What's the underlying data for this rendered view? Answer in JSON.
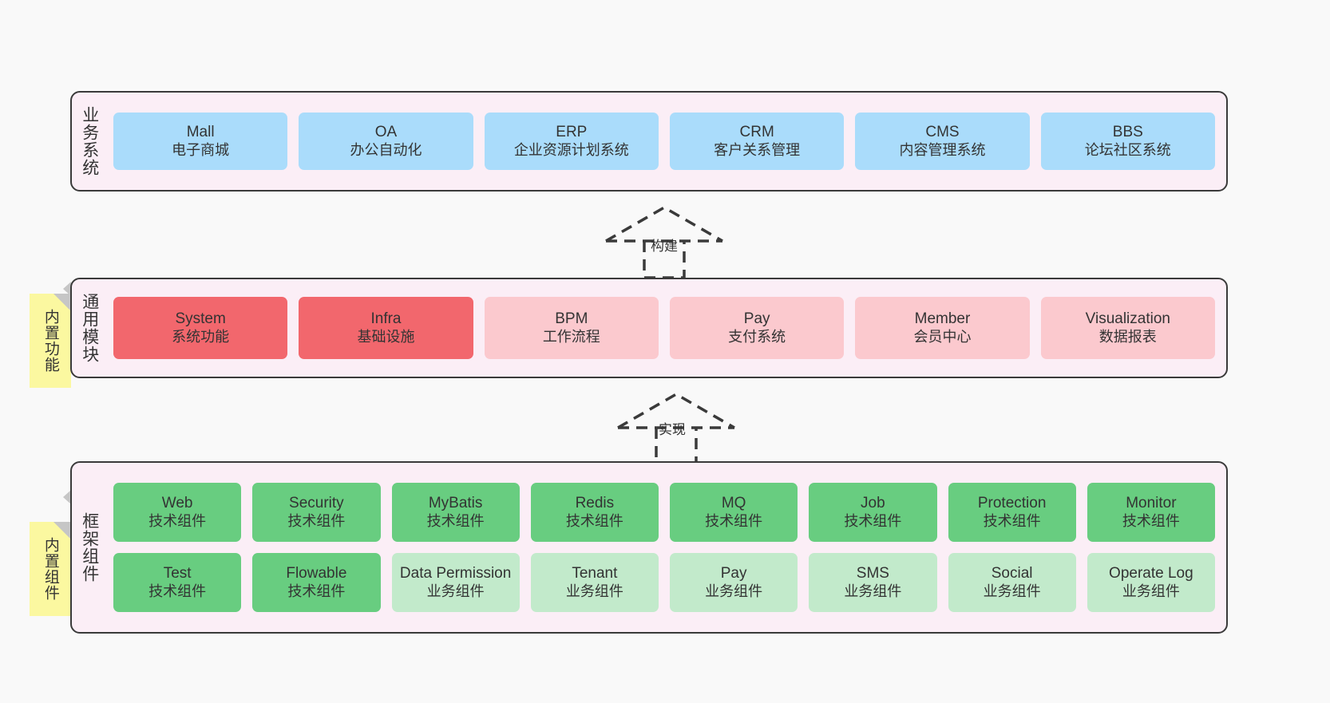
{
  "diagram": {
    "background": "#f9f9f9",
    "panel_fill": "#fbeef6",
    "panel_border": "#3a3a3a"
  },
  "layers": [
    {
      "id": "business",
      "caption": "业务系统",
      "cards": [
        {
          "en": "Mall",
          "cn": "电子商城",
          "color": "#aadcfb"
        },
        {
          "en": "OA",
          "cn": "办公自动化",
          "color": "#aadcfb"
        },
        {
          "en": "ERP",
          "cn": "企业资源计划系统",
          "color": "#aadcfb"
        },
        {
          "en": "CRM",
          "cn": "客户关系管理",
          "color": "#aadcfb"
        },
        {
          "en": "CMS",
          "cn": "内容管理系统",
          "color": "#aadcfb"
        },
        {
          "en": "BBS",
          "cn": "论坛社区系统",
          "color": "#aadcfb"
        }
      ]
    },
    {
      "id": "common",
      "caption": "通用模块",
      "cards": [
        {
          "en": "System",
          "cn": "系统功能",
          "color": "#f2676d"
        },
        {
          "en": "Infra",
          "cn": "基础设施",
          "color": "#f2676d"
        },
        {
          "en": "BPM",
          "cn": "工作流程",
          "color": "#fbc9ce"
        },
        {
          "en": "Pay",
          "cn": "支付系统",
          "color": "#fbc9ce"
        },
        {
          "en": "Member",
          "cn": "会员中心",
          "color": "#fbc9ce"
        },
        {
          "en": "Visualization",
          "cn": "数据报表",
          "color": "#fbc9ce"
        }
      ]
    },
    {
      "id": "framework",
      "caption": "框架组件",
      "rows": [
        [
          {
            "en": "Web",
            "cn": "技术组件",
            "color": "#68cd80"
          },
          {
            "en": "Security",
            "cn": "技术组件",
            "color": "#68cd80"
          },
          {
            "en": "MyBatis",
            "cn": "技术组件",
            "color": "#68cd80"
          },
          {
            "en": "Redis",
            "cn": "技术组件",
            "color": "#68cd80"
          },
          {
            "en": "MQ",
            "cn": "技术组件",
            "color": "#68cd80"
          },
          {
            "en": "Job",
            "cn": "技术组件",
            "color": "#68cd80"
          },
          {
            "en": "Protection",
            "cn": "技术组件",
            "color": "#68cd80"
          },
          {
            "en": "Monitor",
            "cn": "技术组件",
            "color": "#68cd80"
          }
        ],
        [
          {
            "en": "Test",
            "cn": "技术组件",
            "color": "#68cd80"
          },
          {
            "en": "Flowable",
            "cn": "技术组件",
            "color": "#68cd80"
          },
          {
            "en": "Data Permission",
            "cn": "业务组件",
            "color": "#c2eacb"
          },
          {
            "en": "Tenant",
            "cn": "业务组件",
            "color": "#c2eacb"
          },
          {
            "en": "Pay",
            "cn": "业务组件",
            "color": "#c2eacb"
          },
          {
            "en": "SMS",
            "cn": "业务组件",
            "color": "#c2eacb"
          },
          {
            "en": "Social",
            "cn": "业务组件",
            "color": "#c2eacb"
          },
          {
            "en": "Operate Log",
            "cn": "业务组件",
            "color": "#c2eacb"
          }
        ]
      ]
    }
  ],
  "sticky_notes": [
    {
      "id": "common",
      "label": "内置功能",
      "color": "#fbf8a0"
    },
    {
      "id": "framework",
      "label": "内置组件",
      "color": "#fbf8a0"
    }
  ],
  "connectors": [
    {
      "id": "build",
      "label": "构建",
      "style": "dashed-hollow-arrow-up"
    },
    {
      "id": "impl",
      "label": "实现",
      "style": "dashed-hollow-arrow-up"
    }
  ]
}
